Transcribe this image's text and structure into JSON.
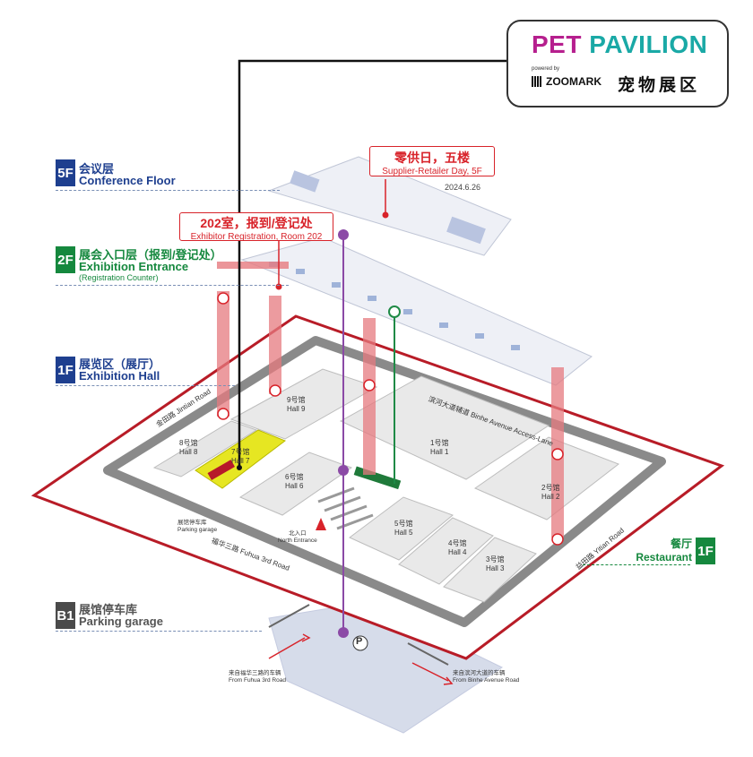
{
  "logo": {
    "pet": "PET",
    "pavilion": "PAVILION",
    "powered_by": "powered by",
    "zoomark": "ZOOMARK",
    "chinese": "宠物展区"
  },
  "floors": [
    {
      "code": "5F",
      "cn": "会议层",
      "en": "Conference Floor"
    },
    {
      "code": "2F",
      "cn": "展会入口层（报到/登记处）",
      "en": "Exhibition Entrance",
      "sub": "(Registration Counter)"
    },
    {
      "code": "1F",
      "cn": "展览区（展厅）",
      "en": "Exhibition Hall"
    },
    {
      "code": "B1",
      "cn": "展馆停车库",
      "en": "Parking garage"
    }
  ],
  "callouts": {
    "supplier": {
      "cn": "零供日，五楼",
      "en": "Supplier-Retailer Day, 5F",
      "date": "2024.6.26"
    },
    "registration": {
      "cn": "202室，报到/登记处",
      "en": "Exhibitor Registration, Room 202"
    }
  },
  "halls": [
    {
      "cn": "9号馆",
      "en": "Hall 9"
    },
    {
      "cn": "8号馆",
      "en": "Hall 8"
    },
    {
      "cn": "7号馆",
      "en": "Hall 7"
    },
    {
      "cn": "6号馆",
      "en": "Hall 6"
    },
    {
      "cn": "1号馆",
      "en": "Hall 1"
    },
    {
      "cn": "2号馆",
      "en": "Hall 2"
    },
    {
      "cn": "5号馆",
      "en": "Hall 5"
    },
    {
      "cn": "4号馆",
      "en": "Hall 4"
    },
    {
      "cn": "3号馆",
      "en": "Hall 3"
    }
  ],
  "roads": {
    "binhe_lane": "滨河大道辅道 Binhe Avenue Access-Lane",
    "jintian": "金田路 Jintian Road",
    "fuhua": "福华三路 Fuhua 3rd Road",
    "yitian": "益田路 Yitian Road"
  },
  "labels": {
    "north_entrance_cn": "北入口",
    "north_entrance_en": "North Entrance",
    "parking_cn": "展馆停车库",
    "parking_en": "Parking garage",
    "from_fuhua_cn": "来自福华三路的车辆",
    "from_fuhua_en": "From Fuhua 3rd Road",
    "from_binhe_cn": "来自滨河大道的车辆",
    "from_binhe_en": "From Binhe Avenue Road",
    "parking_symbol": "P"
  },
  "restaurant": {
    "cn": "餐厅",
    "en": "Restaurant",
    "code": "1F"
  },
  "colors": {
    "accent_red": "#d8232a",
    "floor_blue": "#1e3f8f",
    "floor_green": "#15883e",
    "hall7_highlight": "#e6e622",
    "pet_purple": "#b61f8e",
    "pet_teal": "#1aa9a6"
  }
}
